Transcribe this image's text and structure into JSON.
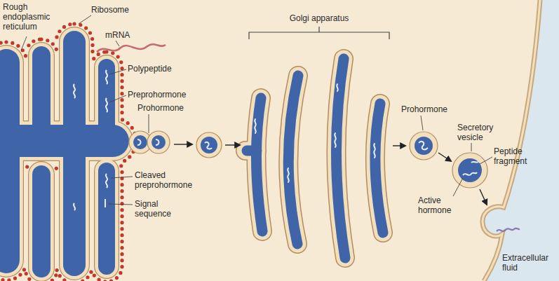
{
  "diagram": {
    "labels": [
      "Rough endoplasmic reticulum",
      "Ribosome",
      "mRNA",
      "Polypeptide",
      "Preprohormone",
      "Prohormone",
      "Cleaved preprohormone",
      "Signal sequence",
      "Golgi apparatus",
      "Prohormone",
      "Secretory vesicle",
      "Peptide fragment",
      "Active hormone",
      "Extracellular fluid"
    ]
  }
}
